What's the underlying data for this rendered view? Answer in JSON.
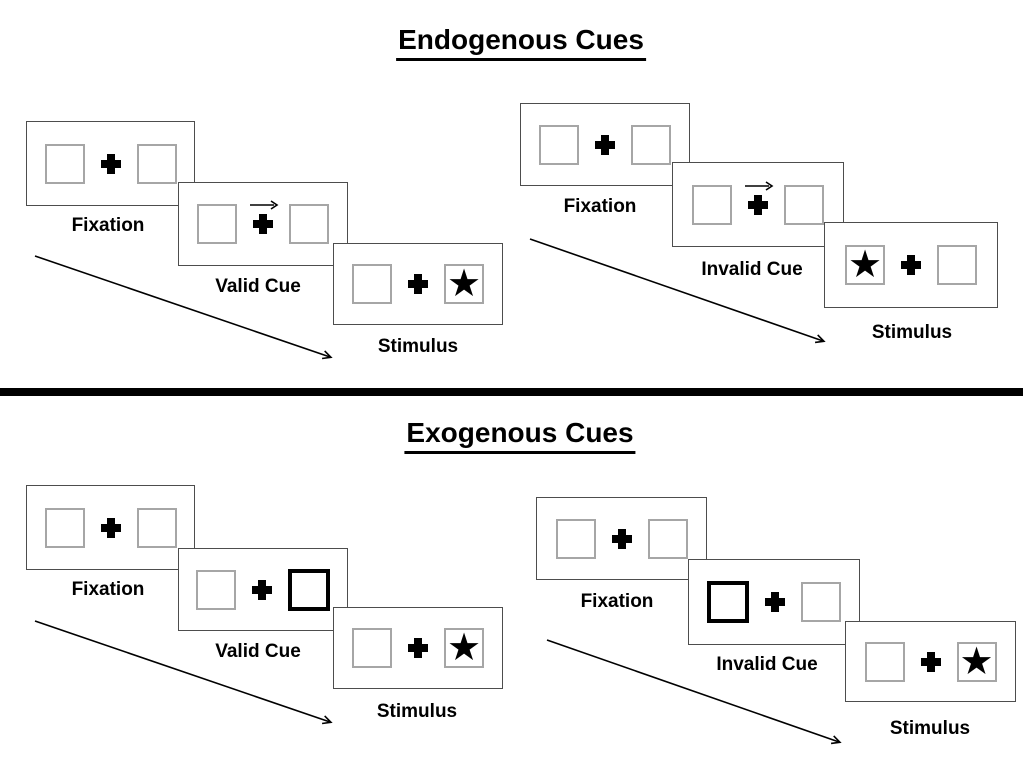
{
  "sections": [
    {
      "id": "endogenous",
      "title": "Endogenous Cues",
      "groups": [
        {
          "id": "endogenous-valid",
          "cue_kind": "central-arrow",
          "cue_direction": "right",
          "target_star_side": "right",
          "panels": [
            {
              "label": "Fixation"
            },
            {
              "label": "Valid Cue"
            },
            {
              "label": "Stimulus"
            }
          ]
        },
        {
          "id": "endogenous-invalid",
          "cue_kind": "central-arrow",
          "cue_direction": "right",
          "target_star_side": "left",
          "panels": [
            {
              "label": "Fixation"
            },
            {
              "label": "Invalid Cue"
            },
            {
              "label": "Stimulus"
            }
          ]
        }
      ]
    },
    {
      "id": "exogenous",
      "title": "Exogenous Cues",
      "groups": [
        {
          "id": "exogenous-valid",
          "cue_kind": "peripheral-bold-square",
          "cue_side": "right",
          "target_star_side": "right",
          "panels": [
            {
              "label": "Fixation"
            },
            {
              "label": "Valid Cue"
            },
            {
              "label": "Stimulus"
            }
          ]
        },
        {
          "id": "exogenous-invalid",
          "cue_kind": "peripheral-bold-square",
          "cue_side": "left",
          "target_star_side": "right",
          "panels": [
            {
              "label": "Fixation"
            },
            {
              "label": "Invalid Cue"
            },
            {
              "label": "Stimulus"
            }
          ]
        }
      ]
    }
  ],
  "glyphs": {
    "star": "★"
  },
  "colors": {
    "ink": "#000000",
    "panel_border": "#4d4d4d",
    "square_border": "#a6a6a6",
    "background": "#ffffff"
  }
}
